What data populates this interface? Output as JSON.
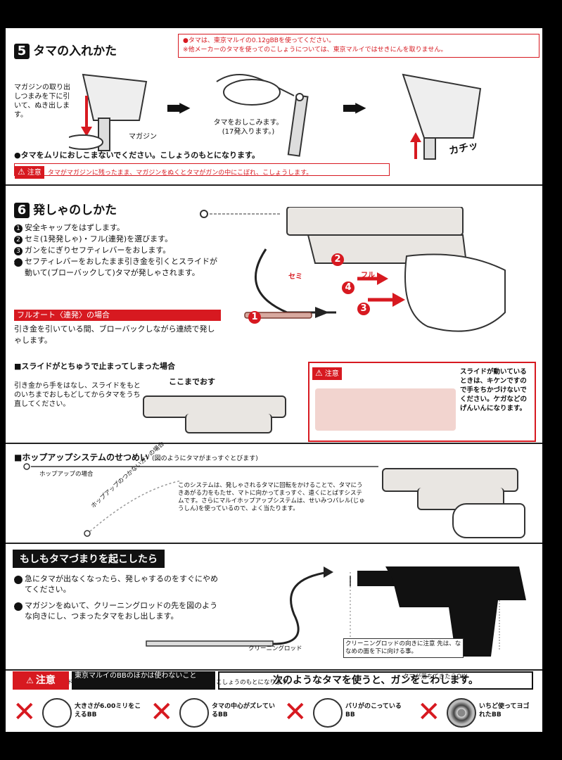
{
  "s5": {
    "num": "5",
    "title": "タマの入れかた",
    "notice1": "●タマは、東京マルイの0.12gBBを使ってください。",
    "notice2": "※他メーカーのタマを使ってのこしょうについては、東京マルイではせきにんを取りません。",
    "step1": "マガジンの取り出しつまみを下に引いて、ぬき出します。",
    "magazine_label": "マガジン",
    "step2": "タマをおしこみます。(17発入ります。)",
    "click_sound": "カチッ",
    "warning_line": "●タマをムリにおしこまないでください。こしょうのもとになります。",
    "caution_label": "注意",
    "caution_text": "タマがマガジンに残ったまま、マガジンをぬくとタマがガンの中にこぼれ、こしょうします。"
  },
  "s6": {
    "num": "6",
    "title": "発しゃのしかた",
    "steps": [
      {
        "n": "1",
        "text": "安全キャップをはずします。"
      },
      {
        "n": "2",
        "text": "セミ(1発発しゃ)・フル(連発)を選びます。"
      },
      {
        "n": "3",
        "text": "ガンをにぎりセフティレバーをおします。"
      },
      {
        "n": "4",
        "text": "セフティレバーをおしたまま引き金を引くとスライドが動いて(ブローバックして)タマが発しゃされます。"
      }
    ],
    "full_auto_bar": "フルオート〈連発〉の場合",
    "full_auto_text": "引き金を引いている間、ブローバックしながら連続で発しゃします。",
    "semi_label": "セミ",
    "full_label": "フル",
    "marker1": "1",
    "marker2": "2",
    "marker3": "3",
    "marker4": "4",
    "slide_title": "■スライドがとちゅうで止まってしまった場合",
    "slide_text": "引き金から手をはなし、スライドをもとのいちまでおしもどしてからタマをうち直してください。",
    "koko_made": "ここまでおす",
    "caution_label": "注意",
    "caution_text": "スライドが動いているときは、キケンですので手をちかづけないでください。ケガなどのげんいんになります。"
  },
  "hop": {
    "title": "■ホップアップシステムのせつめい",
    "subtitle": "(図のようにタマがまっすぐとびます)",
    "hop_label": "ホップアップの場合",
    "no_hop_label": "ホップアップのつかないガンの場合",
    "desc": "このシステムは、発しゃされるタマに回転をかけることで、タマにうきあがる力をもたせ、マトに向かってまっすぐ、遠くにとばすシステムです。さらにマルイホップアップシステムは、せいみつバレル(じゅうしん)を使っているので、よく当たります。"
  },
  "jam": {
    "title": "もしもタマづまりを起こしたら",
    "steps": [
      {
        "n": "1",
        "text": "急にタマが出なくなったら、発しゃするのをすぐにやめてください。"
      },
      {
        "n": "2",
        "text": "マガジンをぬいて、クリーニングロッドの先を図のような向きにし、つまったタマをおし出します。"
      }
    ],
    "rod_label": "クリーニングロッド",
    "rod_note": "クリーニングロッドの向きに注意 先は、ななめの面を下に向ける事。",
    "drop_ok": "タマが落ちてきたらOK!",
    "note": "※クリーニングロッドはタマづまりのときいがいでは使わないでください。こしょうのもとになります。"
  },
  "bottom": {
    "caution_label": "注意",
    "only_bb": "東京マルイのBBのほかは使わないこと",
    "headline": "次のようなタマを使うと、ガンをこわします。",
    "items": [
      {
        "mark": "✕",
        "label": "大きさが6.00ミリをこえるBB"
      },
      {
        "mark": "✕",
        "label": "タマの中心がズレているBB"
      },
      {
        "mark": "✕",
        "label": "バリがのこっているBB"
      },
      {
        "mark": "✕",
        "label": "いちど使ってヨゴれたBB"
      }
    ]
  },
  "colors": {
    "accent_red": "#d71920",
    "ink": "#111111"
  }
}
